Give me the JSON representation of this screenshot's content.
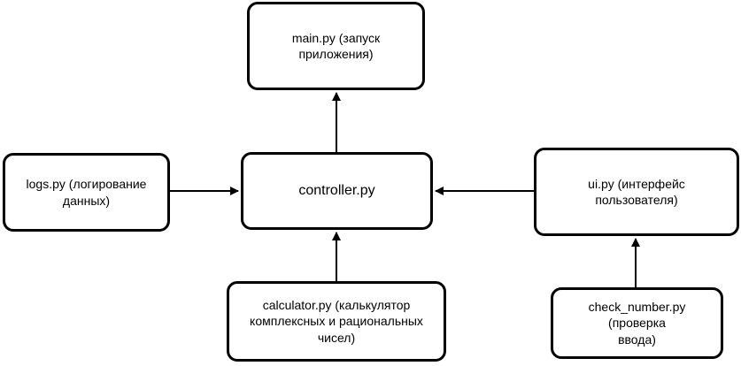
{
  "diagram": {
    "nodes": {
      "main": "main.py (запуск\nприложения)",
      "controller": "controller.py",
      "logs": "logs.py (логирование\nданных)",
      "ui": "ui.py (интерфейс пользователя)",
      "calculator": "calculator.py (калькулятор\nкомплексных и рациональных\nчисел)",
      "check_number": "check_number.py (проверка\nввода)"
    },
    "edges": [
      {
        "from": "controller",
        "to": "main"
      },
      {
        "from": "logs",
        "to": "controller"
      },
      {
        "from": "ui",
        "to": "controller"
      },
      {
        "from": "calculator",
        "to": "controller"
      },
      {
        "from": "check_number",
        "to": "ui"
      }
    ],
    "colors": {
      "stroke": "#000000",
      "fill": "#ffffff"
    }
  }
}
